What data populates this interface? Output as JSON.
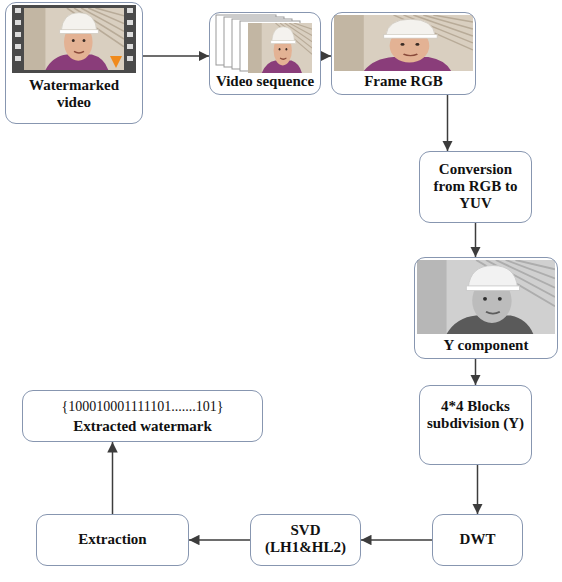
{
  "diagram": {
    "nodes": [
      {
        "text": [
          "Watermarked video"
        ]
      },
      {
        "text": [
          "Video sequence"
        ]
      },
      {
        "text": [
          "Frame RGB"
        ]
      },
      {
        "text": [
          "Conversion from RGB to YUV"
        ]
      },
      {
        "text": [
          "Y component"
        ]
      },
      {
        "text": [
          "4*4 Blocks subdivision (Y)"
        ]
      },
      {
        "text": [
          "DWT"
        ]
      },
      {
        "text": [
          "SVD (LH1&HL2)"
        ]
      },
      {
        "text": [
          "Extraction"
        ]
      },
      {
        "text": [
          "{100010001111101.......101}",
          "Extracted watermark"
        ]
      }
    ],
    "edges": [
      {
        "from": 0,
        "to": 1,
        "arrow": "to"
      },
      {
        "from": 1,
        "to": 2,
        "arrow": "to"
      },
      {
        "from": 2,
        "to": 3,
        "arrow": "to"
      },
      {
        "from": 3,
        "to": 4,
        "arrow": "to"
      },
      {
        "from": 4,
        "to": 5,
        "arrow": "to"
      },
      {
        "from": 5,
        "to": 6,
        "arrow": "to"
      },
      {
        "from": 6,
        "to": 7,
        "arrow": "to"
      },
      {
        "from": 7,
        "to": 8,
        "arrow": "to"
      },
      {
        "from": 8,
        "to": 9,
        "arrow": "to"
      }
    ]
  }
}
